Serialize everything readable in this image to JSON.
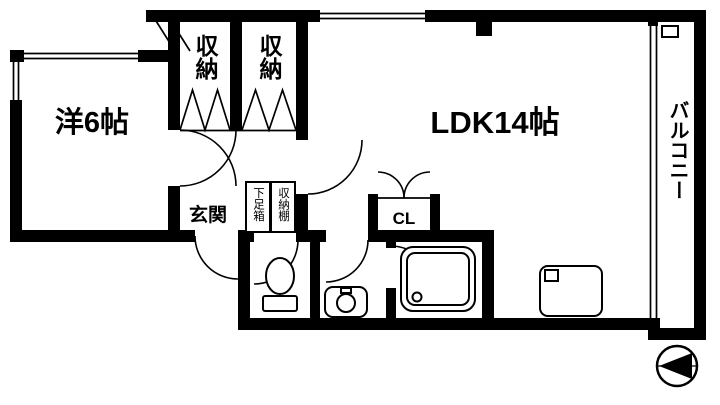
{
  "floor_plan": {
    "wall_color": "#000000",
    "background_color": "#ffffff",
    "labels": {
      "western_room": "洋6帖",
      "closet_left": "収納",
      "closet_right": "収納",
      "ldk": "LDK14帖",
      "balcony": "バルコニー",
      "entrance": "玄関",
      "shoe_box": "下足箱",
      "storage_shelf": "収納棚",
      "closet_cl": "CL"
    }
  }
}
